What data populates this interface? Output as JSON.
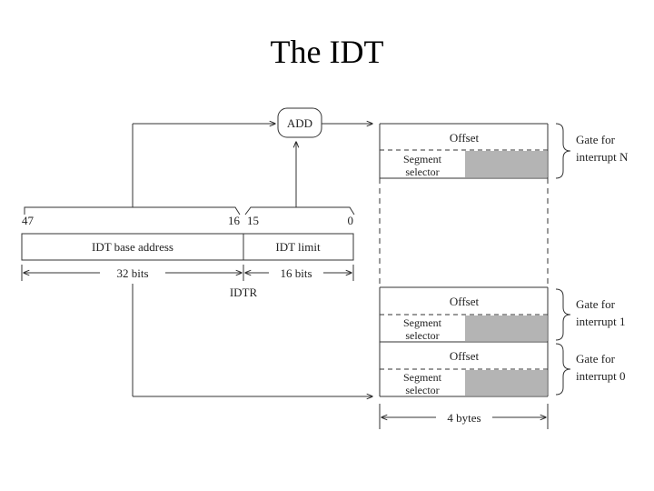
{
  "title": "The IDT",
  "colors": {
    "line": "#333333",
    "shade": "#b4b4b4",
    "background": "#ffffff"
  },
  "adder": {
    "label": "ADD"
  },
  "idtr": {
    "name": "IDTR",
    "bits": {
      "b47": "47",
      "b16": "16",
      "b15": "15",
      "b0": "0"
    },
    "fields": {
      "base": "IDT base address",
      "limit": "IDT limit"
    },
    "widths": {
      "base": "32 bits",
      "limit": "16 bits"
    }
  },
  "table": {
    "entries": [
      {
        "offset": "Offset",
        "selector_line1": "Segment",
        "selector_line2": "selector",
        "gate_line1": "Gate for",
        "gate_line2": "interrupt N"
      },
      {
        "offset": "Offset",
        "selector_line1": "Segment",
        "selector_line2": "selector",
        "gate_line1": "Gate for",
        "gate_line2": "interrupt 1"
      },
      {
        "offset": "Offset",
        "selector_line1": "Segment",
        "selector_line2": "selector",
        "gate_line1": "Gate for",
        "gate_line2": "interrupt 0"
      }
    ],
    "width_label": "4 bytes"
  }
}
